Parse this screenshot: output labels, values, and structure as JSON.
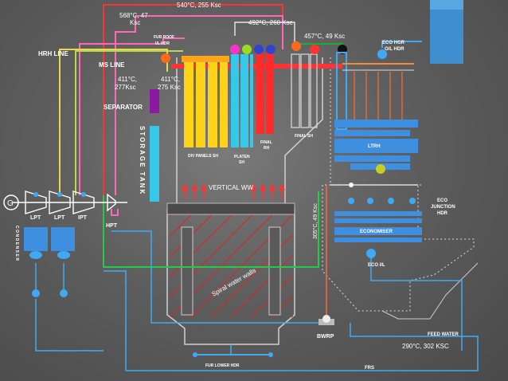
{
  "labels": {
    "top_steam": "540°C, 255 Ksc",
    "rh_temp_a": "568°C, 47",
    "rh_temp_b": "Ksc",
    "platen_out": "492°C, 260 Ksc",
    "lt_out": "457°C, 49 Ksc",
    "fur_roof_a": "FUR ROOF",
    "fur_roof_b": "I/L HDR",
    "eco_hgr_a": "ECO HGR",
    "eco_hgr_b": "O/L HDR",
    "hrh_line": "HRH LINE",
    "ms_line": "MS LINE",
    "sep_in_a": "411°C,",
    "sep_in_b": "277Ksc",
    "sep_out_a": "411°C,",
    "sep_out_b": "275 Ksc",
    "separator": "SEPARATOR",
    "div_panels": "DIV  PANELS SH",
    "platen_a": "PLATEN",
    "platen_b": "SH",
    "final_rh_a": "FINAL",
    "final_rh_b": "RH",
    "final_sh": "FINAL SH",
    "ltrh": "LTRH",
    "storage_tank": "STORAGE TANK",
    "vertical_ww": "VERTICAL  WW",
    "generator": "G",
    "lpt1": "LPT",
    "lpt2": "LPT",
    "ipt": "IPT",
    "hpt": "HPT",
    "condenser": "CONDENSER",
    "eco_junction_a": "ECO",
    "eco_junction_b": "JUNCTION",
    "eco_junction_c": "HDR",
    "economiser": "ECONOMISER",
    "eco_il": "ECO I/L",
    "ww_inlet": "305°C, 49 Ksc",
    "spiral": "Spiral water walls",
    "bwrp": "BWRP",
    "feed_water": "FEED WATER",
    "fw_cond": "290°C, 302 KSC",
    "fur_lower": "FUR LOWER HDR",
    "frs": "FRS"
  },
  "colors": {
    "main_steam": "#ff3333",
    "reheat": "#ff69b4",
    "water": "#3fa9f5",
    "separator_line": "#e6d84a",
    "green_line": "#22cc44",
    "div_panels": "#ffd21a",
    "platen": "#35c8e8",
    "final_rh": "#ff2a2a",
    "economiser": "#3f8fe0",
    "separator_vessel": "#8b1aa0"
  }
}
